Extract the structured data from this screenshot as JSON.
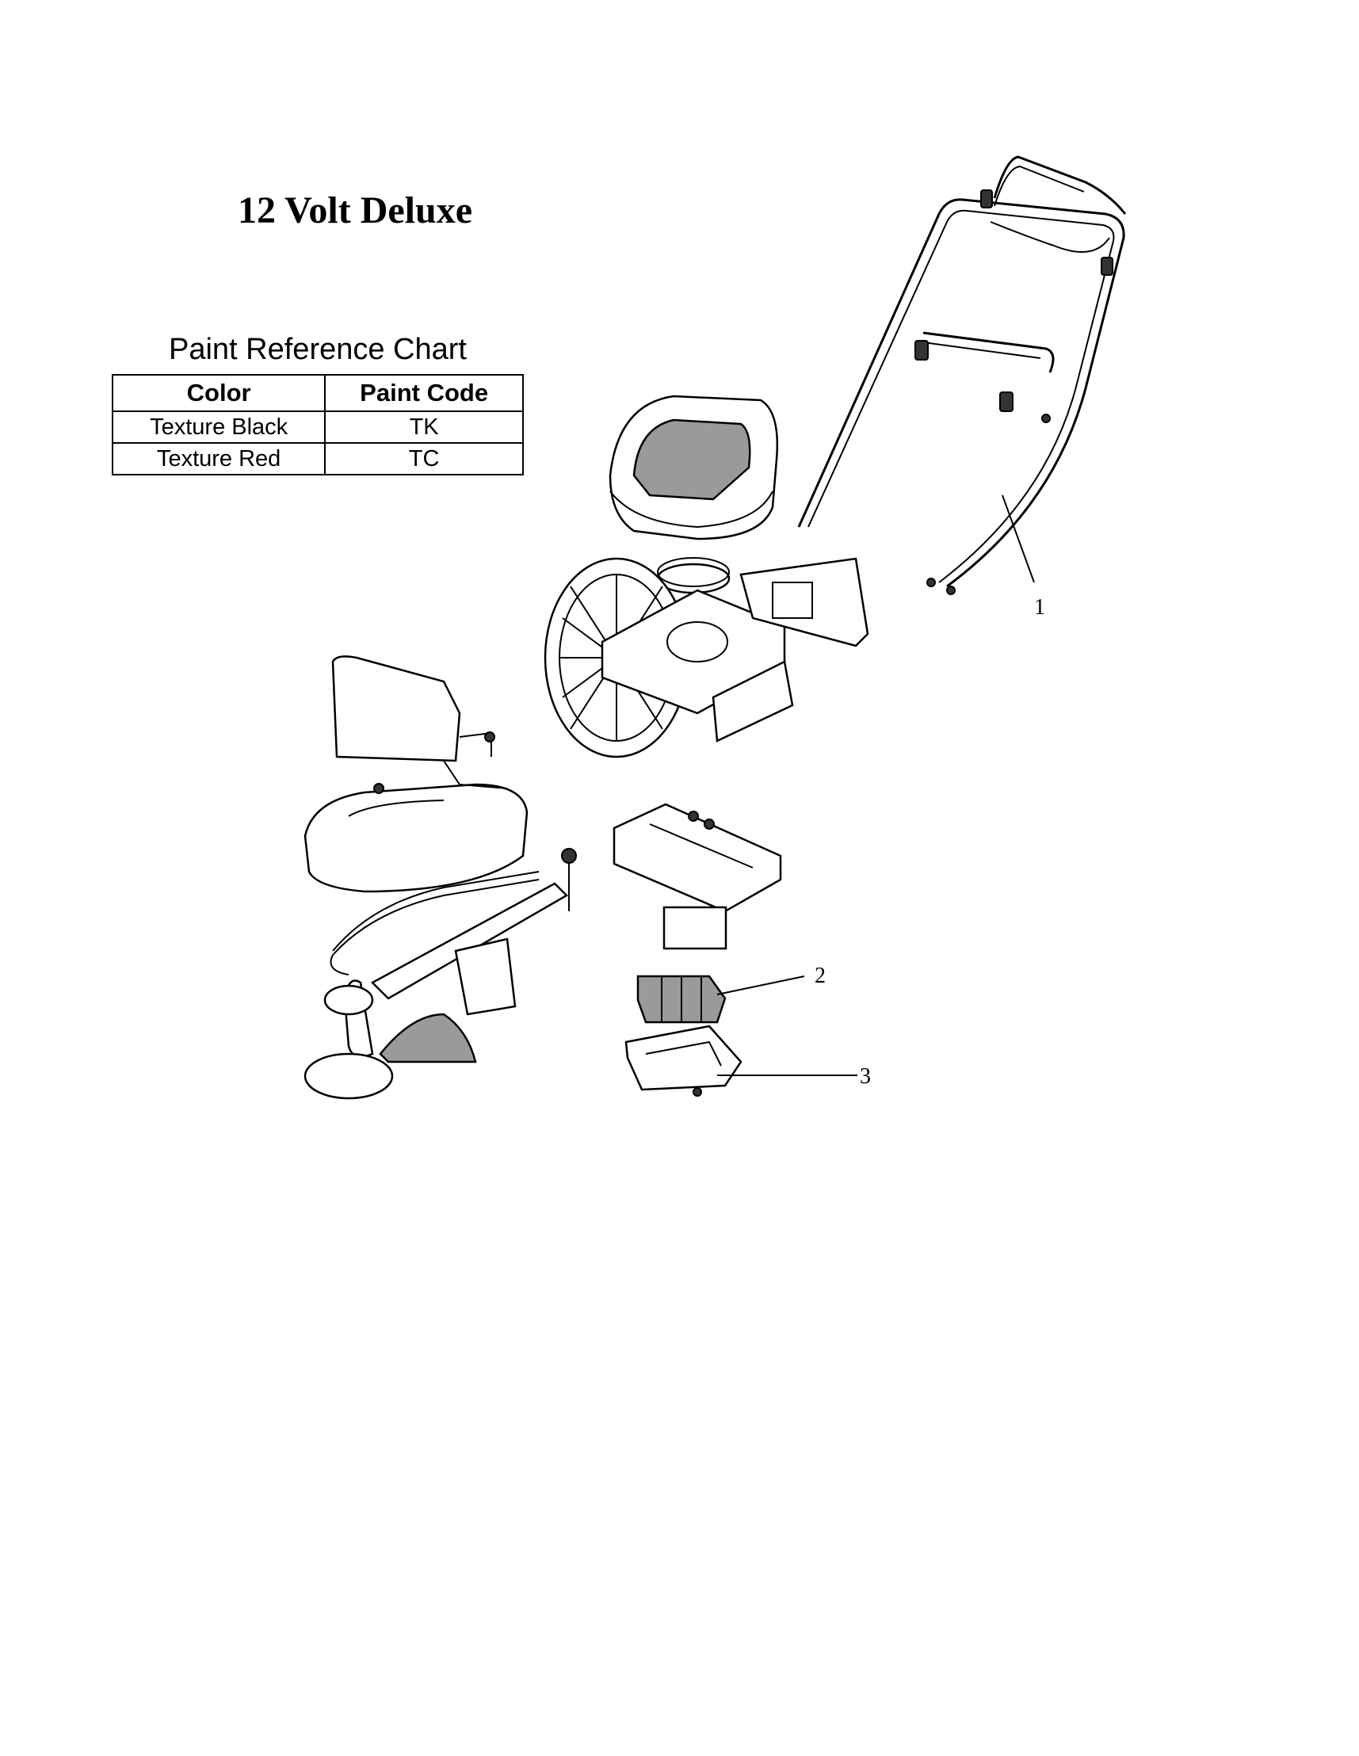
{
  "title": "12 Volt Deluxe",
  "paint_chart": {
    "caption": "Paint Reference Chart",
    "headers": [
      "Color",
      "Paint Code"
    ],
    "rows": [
      [
        "Texture Black",
        "TK"
      ],
      [
        "Texture Red",
        "TC"
      ]
    ]
  },
  "callouts": [
    "1",
    "2",
    "3"
  ]
}
